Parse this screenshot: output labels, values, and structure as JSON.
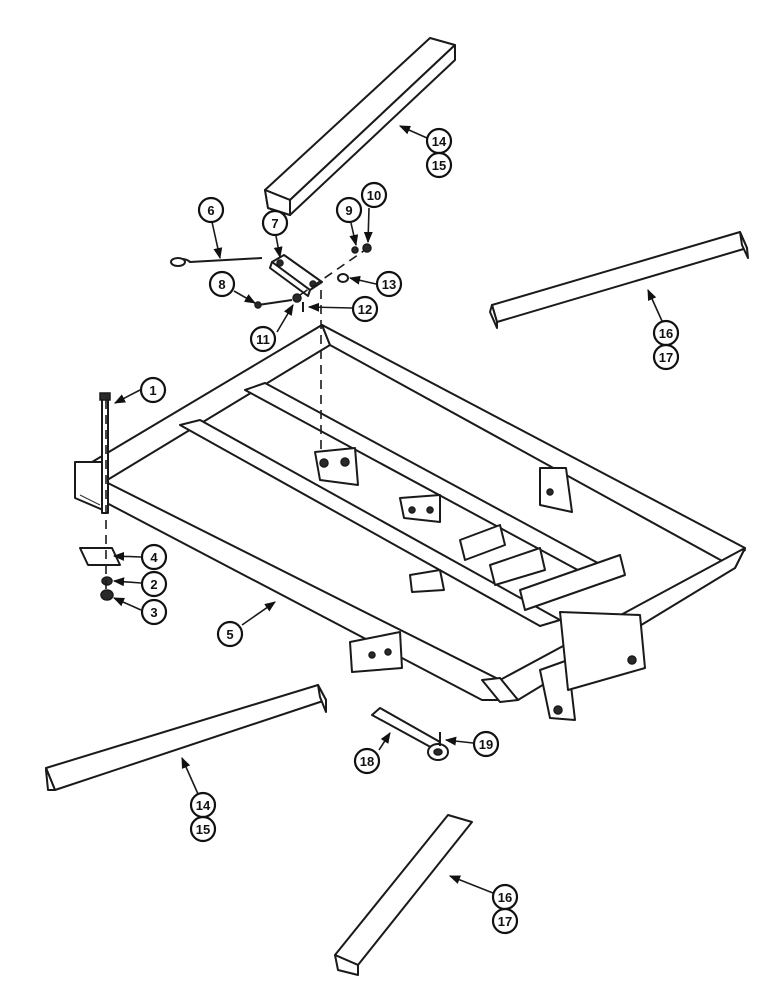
{
  "callouts": {
    "c1": "1",
    "c2": "2",
    "c3": "3",
    "c4": "4",
    "c5": "5",
    "c6": "6",
    "c7": "7",
    "c8": "8",
    "c9": "9",
    "c10": "10",
    "c11": "11",
    "c12": "12",
    "c13": "13",
    "c14a": "14",
    "c15a": "15",
    "c16a": "16",
    "c17a": "17",
    "c14b": "14",
    "c15b": "15",
    "c16b": "16",
    "c17b": "17",
    "c18": "18",
    "c19": "19"
  }
}
